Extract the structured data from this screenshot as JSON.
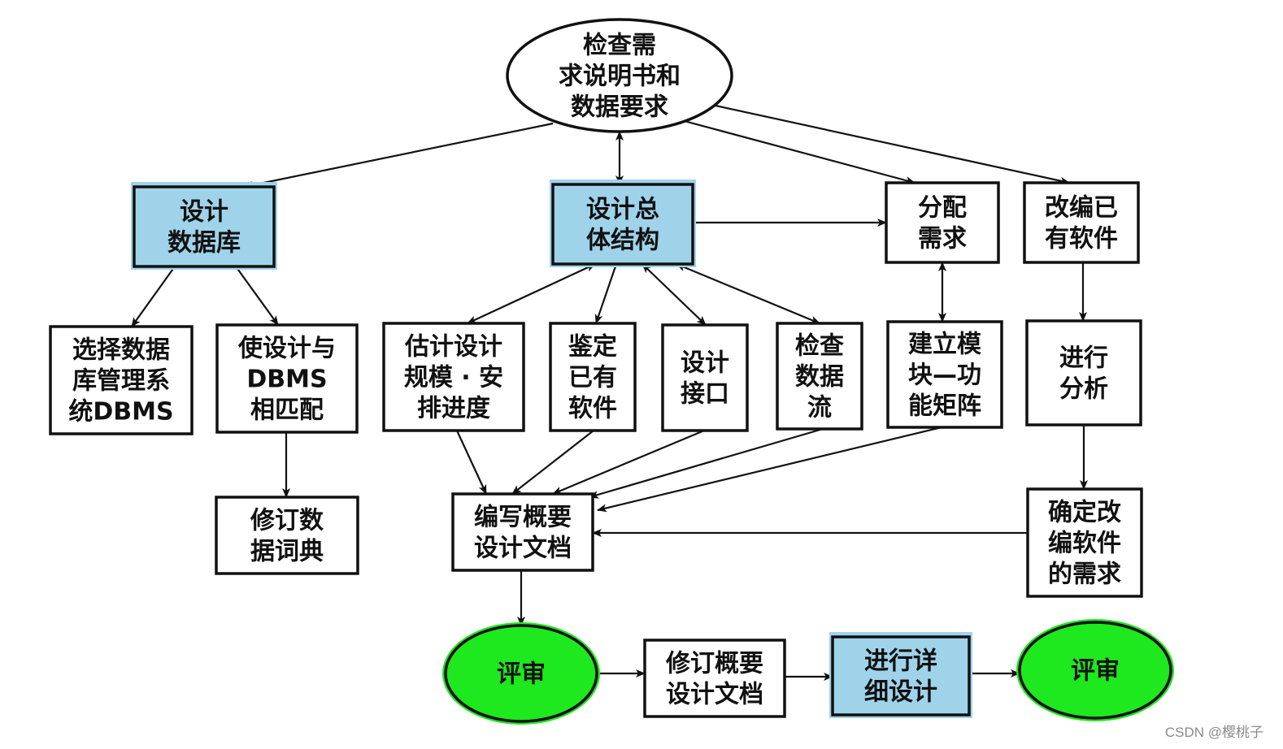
{
  "title": "概要设计流程图",
  "colors": {
    "highlight_fill": "#9fd3ea",
    "review_fill": "#1ee81e",
    "plain_fill": "#ffffff",
    "stroke": "#111111"
  },
  "nodes": [
    {
      "id": "check_req",
      "shape": "ellipse",
      "style": "plain",
      "lines": [
        "检查需",
        "求说明书和",
        "数据要求"
      ]
    },
    {
      "id": "design_db",
      "shape": "rect",
      "style": "highlight",
      "lines": [
        "设计",
        "数据库"
      ]
    },
    {
      "id": "design_arch",
      "shape": "rect",
      "style": "highlight",
      "lines": [
        "设计总",
        "体结构"
      ]
    },
    {
      "id": "alloc_req",
      "shape": "rect",
      "style": "plain",
      "lines": [
        "分配",
        "需求"
      ]
    },
    {
      "id": "adapt_sw",
      "shape": "rect",
      "style": "plain",
      "lines": [
        "改编已",
        "有软件"
      ]
    },
    {
      "id": "select_dbms",
      "shape": "rect",
      "style": "plain",
      "lines": [
        "选择数据",
        "库管理系",
        "统DBMS"
      ]
    },
    {
      "id": "match_dbms",
      "shape": "rect",
      "style": "plain",
      "lines": [
        "使设计与",
        "DBMS",
        "相匹配"
      ]
    },
    {
      "id": "estimate",
      "shape": "rect",
      "style": "plain",
      "lines": [
        "估计设计",
        "规模 · 安",
        "排进度"
      ]
    },
    {
      "id": "identify_sw",
      "shape": "rect",
      "style": "plain",
      "lines": [
        "鉴定",
        "已有",
        "软件"
      ]
    },
    {
      "id": "design_if",
      "shape": "rect",
      "style": "plain",
      "lines": [
        "设计",
        "接口"
      ]
    },
    {
      "id": "check_flow",
      "shape": "rect",
      "style": "plain",
      "lines": [
        "检查",
        "数据",
        "流"
      ]
    },
    {
      "id": "build_matrix",
      "shape": "rect",
      "style": "plain",
      "lines": [
        "建立模",
        "块—功",
        "能矩阵"
      ]
    },
    {
      "id": "analyze",
      "shape": "rect",
      "style": "plain",
      "lines": [
        "进行",
        "分析"
      ]
    },
    {
      "id": "revise_dict",
      "shape": "rect",
      "style": "plain",
      "lines": [
        "修订数",
        "据词典"
      ]
    },
    {
      "id": "write_doc",
      "shape": "rect",
      "style": "plain",
      "lines": [
        "编写概要",
        "设计文档"
      ]
    },
    {
      "id": "determine_req",
      "shape": "rect",
      "style": "plain",
      "lines": [
        "确定改",
        "编软件",
        "的需求"
      ]
    },
    {
      "id": "review1",
      "shape": "ellipse",
      "style": "review",
      "lines": [
        "评审"
      ]
    },
    {
      "id": "revise_doc",
      "shape": "rect",
      "style": "plain",
      "lines": [
        "修订概要",
        "设计文档"
      ]
    },
    {
      "id": "detail_design",
      "shape": "rect",
      "style": "highlight",
      "lines": [
        "进行详",
        "细设计"
      ]
    },
    {
      "id": "review2",
      "shape": "ellipse",
      "style": "review",
      "lines": [
        "评审"
      ]
    }
  ],
  "edges": [
    {
      "from": "check_req",
      "to": "design_db",
      "dir": "forward"
    },
    {
      "from": "check_req",
      "to": "design_arch",
      "dir": "both"
    },
    {
      "from": "check_req",
      "to": "alloc_req",
      "dir": "forward"
    },
    {
      "from": "check_req",
      "to": "adapt_sw",
      "dir": "forward"
    },
    {
      "from": "design_arch",
      "to": "alloc_req",
      "dir": "forward"
    },
    {
      "from": "design_db",
      "to": "select_dbms",
      "dir": "forward"
    },
    {
      "from": "design_db",
      "to": "match_dbms",
      "dir": "forward"
    },
    {
      "from": "design_arch",
      "to": "estimate",
      "dir": "both"
    },
    {
      "from": "design_arch",
      "to": "identify_sw",
      "dir": "forward"
    },
    {
      "from": "design_arch",
      "to": "design_if",
      "dir": "both"
    },
    {
      "from": "design_arch",
      "to": "check_flow",
      "dir": "both"
    },
    {
      "from": "alloc_req",
      "to": "build_matrix",
      "dir": "both"
    },
    {
      "from": "adapt_sw",
      "to": "analyze",
      "dir": "forward"
    },
    {
      "from": "match_dbms",
      "to": "revise_dict",
      "dir": "forward"
    },
    {
      "from": "estimate",
      "to": "write_doc",
      "dir": "forward"
    },
    {
      "from": "identify_sw",
      "to": "write_doc",
      "dir": "forward"
    },
    {
      "from": "design_if",
      "to": "write_doc",
      "dir": "forward"
    },
    {
      "from": "check_flow",
      "to": "write_doc",
      "dir": "forward"
    },
    {
      "from": "build_matrix",
      "to": "write_doc",
      "dir": "forward"
    },
    {
      "from": "analyze",
      "to": "determine_req",
      "dir": "forward"
    },
    {
      "from": "determine_req",
      "to": "write_doc",
      "dir": "forward"
    },
    {
      "from": "write_doc",
      "to": "review1",
      "dir": "forward"
    },
    {
      "from": "review1",
      "to": "revise_doc",
      "dir": "forward"
    },
    {
      "from": "revise_doc",
      "to": "detail_design",
      "dir": "forward"
    },
    {
      "from": "detail_design",
      "to": "review2",
      "dir": "forward"
    }
  ],
  "watermark": "CSDN @樱桃子"
}
